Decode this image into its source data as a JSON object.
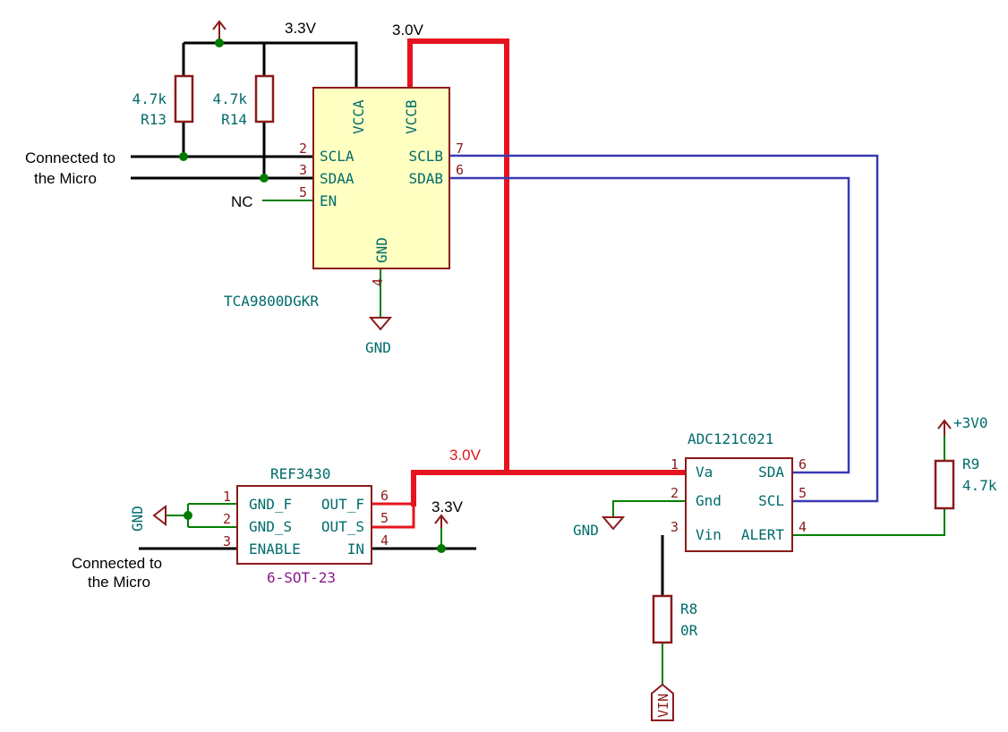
{
  "colors": {
    "wire_black": "#000000",
    "wire_red": "#e6141e",
    "wire_blue": "#3a3ab4",
    "wire_green": "#008000",
    "symbol": "#8b1a1a",
    "ic_fill": "#ffffc2",
    "text_teal": "#006b6b",
    "junction": "#007a00"
  },
  "notes": {
    "v33_top": "3.3V",
    "v30_top": "3.0V",
    "v30_mid": "3.0V",
    "v33_ref": "3.3V",
    "micro_top_line1": "Connected to",
    "micro_top_line2": "the Micro",
    "micro_bottom_line1": "Connected to",
    "micro_bottom_line2": "the Micro",
    "nc": "NC"
  },
  "resistors": [
    {
      "ref": "R13",
      "value": "4.7k"
    },
    {
      "ref": "R14",
      "value": "4.7k"
    },
    {
      "ref": "R9",
      "value": "4.7k"
    },
    {
      "ref": "R8",
      "value": "0R"
    }
  ],
  "tca9800": {
    "ref": "TCA9800DGKR",
    "pins_left": [
      {
        "num": "2",
        "name": "SCLA"
      },
      {
        "num": "3",
        "name": "SDAA"
      },
      {
        "num": "5",
        "name": "EN"
      }
    ],
    "pins_right": [
      {
        "num": "7",
        "name": "SCLB"
      },
      {
        "num": "6",
        "name": "SDAB"
      }
    ],
    "pin_vcca": "VCCA",
    "pin_vccb": "VCCB",
    "pin_gnd": "GND",
    "pin_gnd_num": "4"
  },
  "ref3430": {
    "ref": "REF3430",
    "package": "6-SOT-23",
    "pins_left": [
      {
        "num": "1",
        "name": "GND_F"
      },
      {
        "num": "2",
        "name": "GND_S"
      },
      {
        "num": "3",
        "name": "ENABLE"
      }
    ],
    "pins_right": [
      {
        "num": "6",
        "name": "OUT_F"
      },
      {
        "num": "5",
        "name": "OUT_S"
      },
      {
        "num": "4",
        "name": "IN"
      }
    ]
  },
  "adc121": {
    "ref": "ADC121C021",
    "pins_left": [
      {
        "num": "1",
        "name": "Va"
      },
      {
        "num": "2",
        "name": "Gnd"
      },
      {
        "num": "3",
        "name": "Vin"
      }
    ],
    "pins_right": [
      {
        "num": "6",
        "name": "SDA"
      },
      {
        "num": "5",
        "name": "SCL"
      },
      {
        "num": "4",
        "name": "ALERT"
      }
    ]
  },
  "power": {
    "gnd_tca": "GND",
    "gnd_ref": "GND",
    "gnd_adc": "GND",
    "p3v0": "+3V0",
    "vin": "VIN"
  }
}
